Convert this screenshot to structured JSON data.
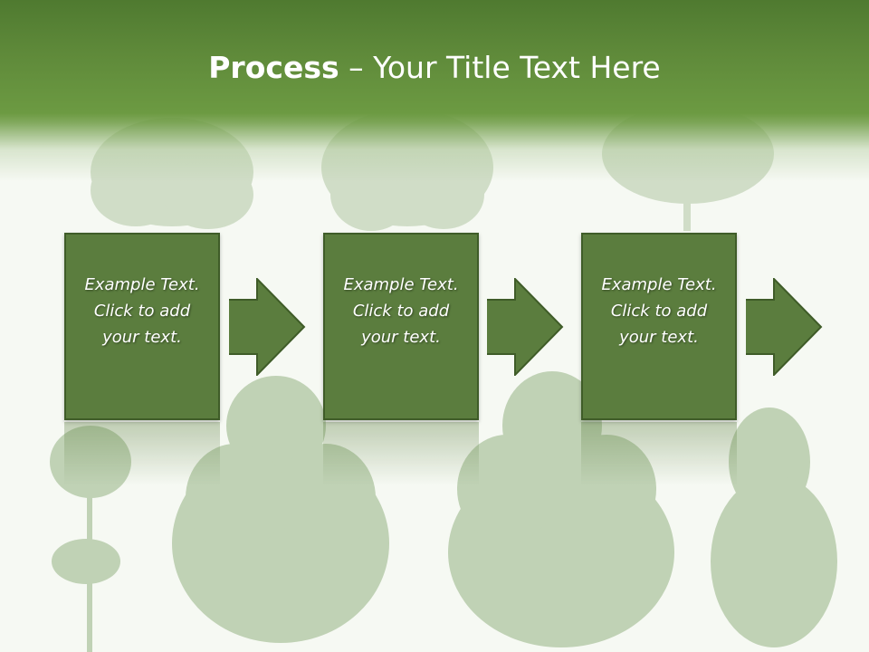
{
  "slide": {
    "title_bold": "Process",
    "title_rest": " – Your Title Text Here"
  },
  "steps": [
    {
      "line1": "Example Text.",
      "line2": "Click  to add",
      "line3": "your text."
    },
    {
      "line1": "Example Text.",
      "line2": "Click  to add",
      "line3": "your text."
    },
    {
      "line1": "Example Text.",
      "line2": "Click  to add",
      "line3": "your text."
    }
  ],
  "colors": {
    "header_green": "#5f8a3a",
    "box_fill": "#5b7d3e",
    "box_border": "#3f5c28",
    "tree_green": "#9fba8e"
  }
}
